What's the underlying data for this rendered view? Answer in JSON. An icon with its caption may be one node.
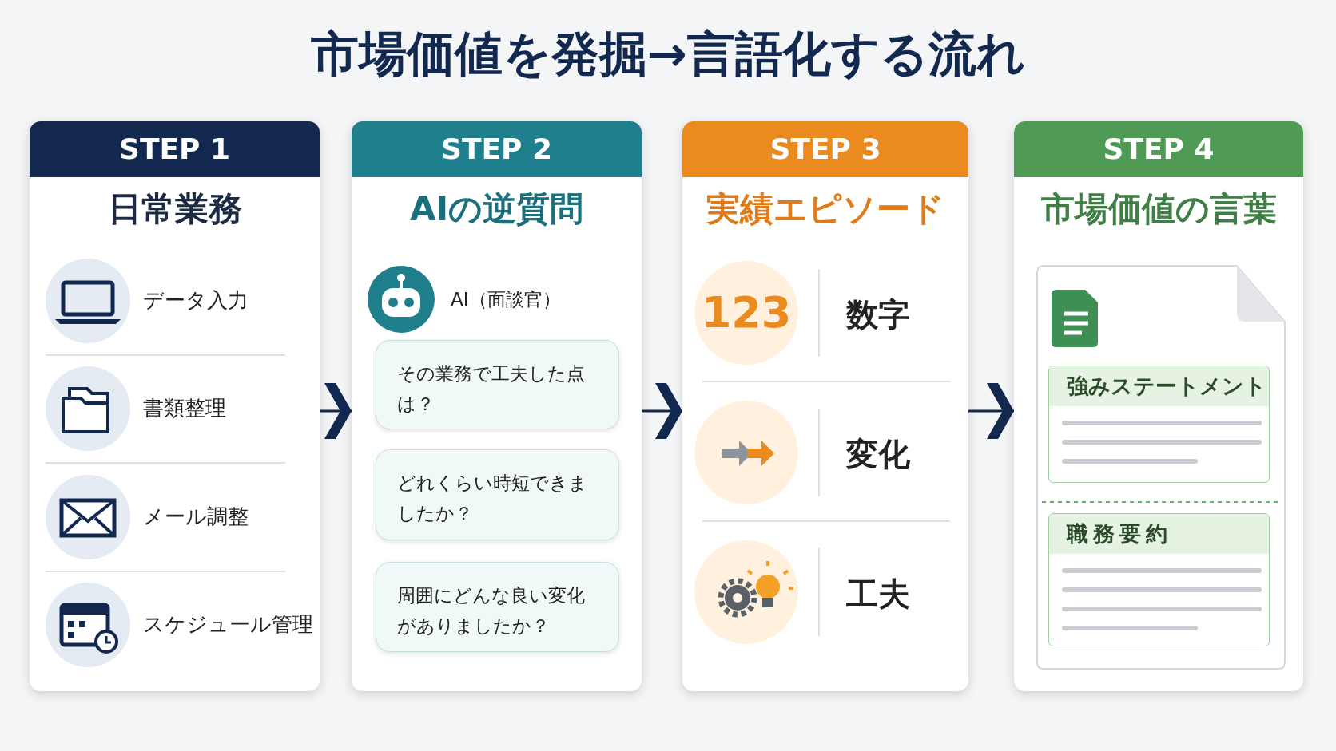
{
  "diagram": {
    "title": "市場価値を発掘→言語化する流れ",
    "nodes": [
      {
        "text": [
          "STEP 1",
          "日常業務"
        ]
      },
      {
        "text": [
          "データ入力"
        ],
        "in": 0
      },
      {
        "text": [
          "書類整理"
        ],
        "in": 0
      },
      {
        "text": [
          "メール調整"
        ],
        "in": 0
      },
      {
        "text": [
          "スケジュール管理"
        ],
        "in": 0
      },
      {
        "text": [
          "STEP 2",
          "AIの逆質問"
        ]
      },
      {
        "text": [
          "AI（面談官）"
        ],
        "in": 5
      },
      {
        "text": [
          "その業務で工夫した点は？"
        ],
        "in": 5
      },
      {
        "text": [
          "どれくらい時短できましたか？"
        ],
        "in": 5
      },
      {
        "text": [
          "周囲にどんな良い変化がありましたか？"
        ],
        "in": 5
      },
      {
        "text": [
          "STEP 3",
          "実績エピソード"
        ]
      },
      {
        "text": [
          "123",
          "数字"
        ],
        "in": 10
      },
      {
        "text": [
          "変化"
        ],
        "in": 10
      },
      {
        "text": [
          "工夫"
        ],
        "in": 10
      },
      {
        "text": [
          "STEP 4",
          "市場価値の言葉"
        ]
      },
      {
        "text": [
          "強みステートメント"
        ],
        "in": 14
      },
      {
        "text": [
          "職務要約"
        ],
        "in": 14
      }
    ],
    "edges": [
      {
        "from": 0,
        "to": 5,
        "arrow": "to"
      },
      {
        "from": 5,
        "to": 10,
        "arrow": "to"
      },
      {
        "from": 10,
        "to": 14,
        "arrow": "to"
      }
    ]
  }
}
